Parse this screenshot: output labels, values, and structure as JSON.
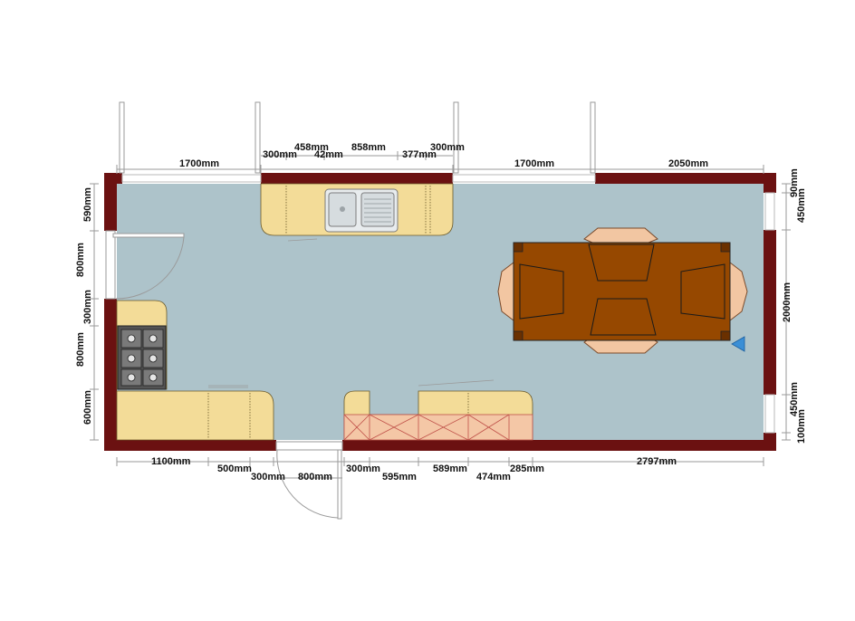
{
  "dimensions": {
    "top": [
      "1700mm",
      "300mm",
      "458mm",
      "42mm",
      "858mm",
      "377mm",
      "300mm",
      "1700mm",
      "2050mm"
    ],
    "bottom": [
      "1100mm",
      "500mm",
      "300mm",
      "800mm",
      "300mm",
      "595mm",
      "589mm",
      "474mm",
      "285mm",
      "2797mm"
    ],
    "left": [
      "590mm",
      "800mm",
      "300mm",
      "800mm",
      "600mm"
    ],
    "right": [
      "90mm",
      "450mm",
      "2000mm",
      "450mm",
      "100mm"
    ]
  },
  "colors": {
    "wall": "#6b1111",
    "floor": "#adc3ca",
    "counter": "#f3dc98",
    "table": "#964800",
    "chair": "#f2c6a2",
    "drawer": "#f4c7a6"
  },
  "icons": {
    "sink": "double-bowl-sink-icon",
    "hob": "gas-hob-icon",
    "marker": "triangle-marker-icon"
  }
}
